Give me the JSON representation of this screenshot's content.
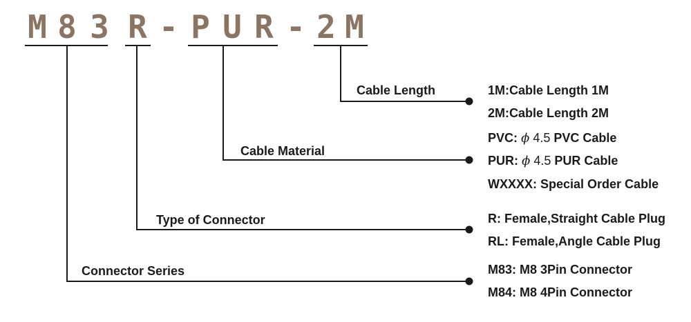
{
  "part_code": {
    "chars": [
      "M",
      "8",
      "3",
      "R",
      "-",
      "P",
      "U",
      "R",
      "-",
      "2",
      "M"
    ]
  },
  "sections": [
    {
      "label": "Cable Length"
    },
    {
      "label": "Cable Material"
    },
    {
      "label": "Type of Connector"
    },
    {
      "label": "Connector Series"
    }
  ],
  "options": {
    "length_1": "1M:Cable Length 1M",
    "length_2": "2M:Cable Length 2M",
    "pvc_prefix": "PVC:",
    "pvc_symbol": "ϕ",
    "pvc_diameter": "4.5",
    "pvc_suffix": "PVC Cable",
    "pur_prefix": "PUR:",
    "pur_symbol": "ϕ",
    "pur_diameter": "4.5",
    "pur_suffix": "PUR Cable",
    "special": "WXXXX: Special Order Cable",
    "conn_r": "R: Female,Straight Cable Plug",
    "conn_rl": "RL: Female,Angle Cable Plug",
    "series_m83": "M83: M8 3Pin Connector",
    "series_m84": "M84: M8 4Pin Connector"
  },
  "colors": {
    "code_text": "#8b7562",
    "lines": "#1a1a1a"
  }
}
